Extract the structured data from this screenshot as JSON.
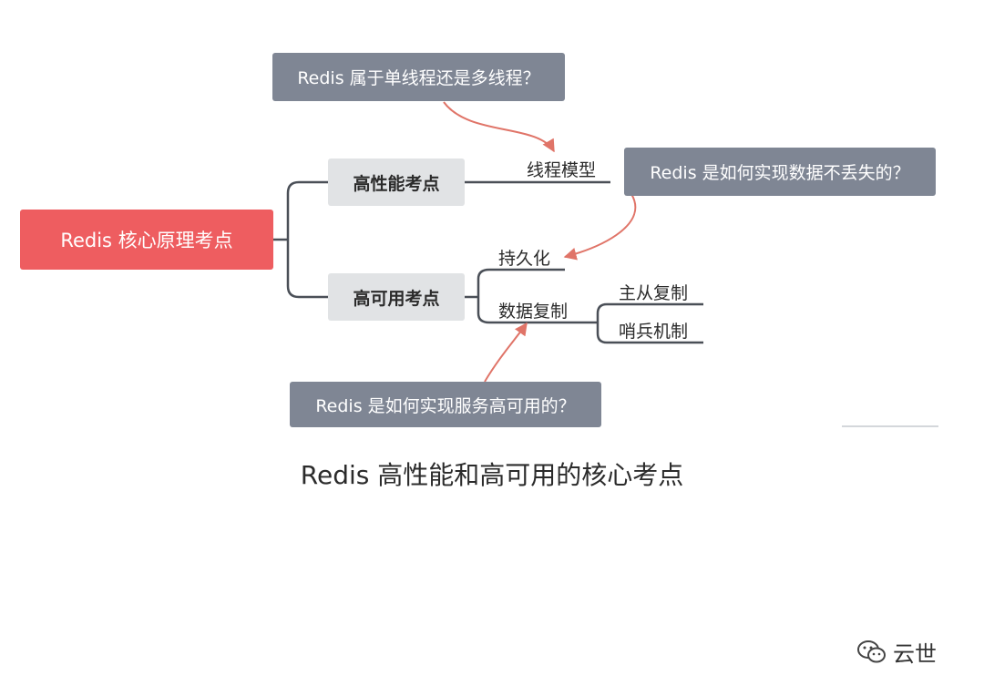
{
  "mindmap": {
    "root": "Redis 核心原理考点",
    "branch_performance": "高性能考点",
    "branch_availability": "高可用考点",
    "leaf_thread_model": "线程模型",
    "leaf_persistence": "持久化",
    "leaf_replication": "数据复制",
    "leaf_master_slave": "主从复制",
    "leaf_sentinel": "哨兵机制"
  },
  "callouts": {
    "thread_question": "Redis 属于单线程还是多线程？",
    "persistence_question": "Redis 是如何实现数据不丢失的？",
    "availability_question": "Redis 是如何实现服务高可用的？"
  },
  "caption": "Redis 高性能和高可用的核心考点",
  "watermark": {
    "text": "云世",
    "icon": "wechat-icon"
  },
  "colors": {
    "root": "#ee5d60",
    "branch": "#e1e3e5",
    "callout": "#7f8694",
    "connector": "#4a4f57",
    "arrow": "#e07468"
  }
}
